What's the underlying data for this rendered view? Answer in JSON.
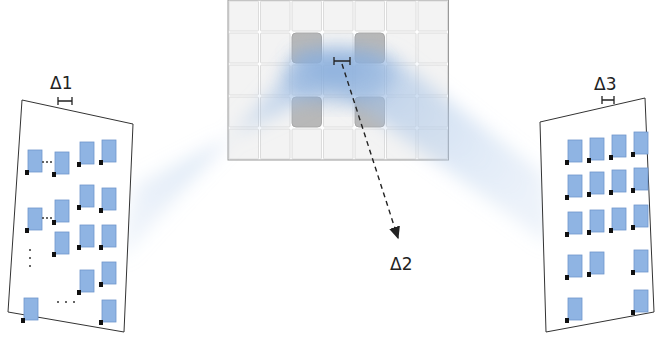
{
  "diagram": {
    "labels": [
      "Δ1",
      "Δ2",
      "Δ3"
    ]
  }
}
